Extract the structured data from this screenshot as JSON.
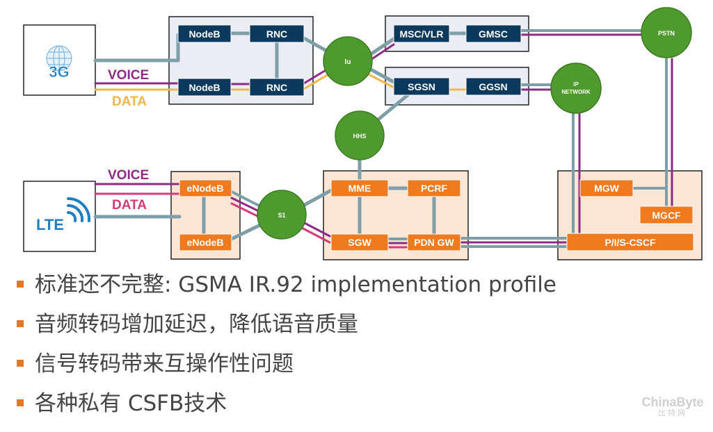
{
  "diagram": {
    "badges": {
      "g3": "3G",
      "lte": "LTE"
    },
    "labels": {
      "voice_3g": "VOICE",
      "data_3g": "DATA",
      "voice_lte": "VOICE",
      "data_lte": "DATA"
    },
    "nodes": {
      "nodeb_top": "NodeB",
      "nodeb_bottom": "NodeB",
      "rnc_top": "RNC",
      "rnc_bottom": "RNC",
      "msc_vlr": "MSC/VLR",
      "gmsc": "GMSC",
      "sgsn": "SGSN",
      "ggsn": "GGSN",
      "enodeb_top": "eNodeB",
      "enodeb_bottom": "eNodeB",
      "mme": "MME",
      "pcrf": "PCRF",
      "sgw": "SGW",
      "pdn_gw": "PDN GW",
      "mgw": "MGW",
      "mgcf": "MGCF",
      "pisc_cscf": "P/I/S-CSCF"
    },
    "circles": {
      "iu": "Iu",
      "hhs": "HHS",
      "s1": "S1",
      "pstn": "PSTN",
      "ip_network_line1": "IP",
      "ip_network_line2": "NETWORK"
    },
    "colors": {
      "navy_node": "#0d3a5c",
      "orange_node": "#f07b1e",
      "green_circle": "#4f9a2f",
      "voice_purple": "#8e2a86",
      "data_orange": "#f1b54a",
      "data_pink": "#d63a78",
      "link_grey": "#7f9fa8",
      "g3_blue": "#1f7fc4",
      "lte_blue": "#1f7fc4"
    }
  },
  "bullets": [
    "标准还不完整: GSMA IR.92 implementation profile",
    "音频转码增加延迟，降低语音质量",
    "信号转码带来互操作性问题",
    "各种私有 CSFB技术"
  ],
  "watermark": {
    "main": "ChinaByte",
    "sub": "比特网"
  }
}
